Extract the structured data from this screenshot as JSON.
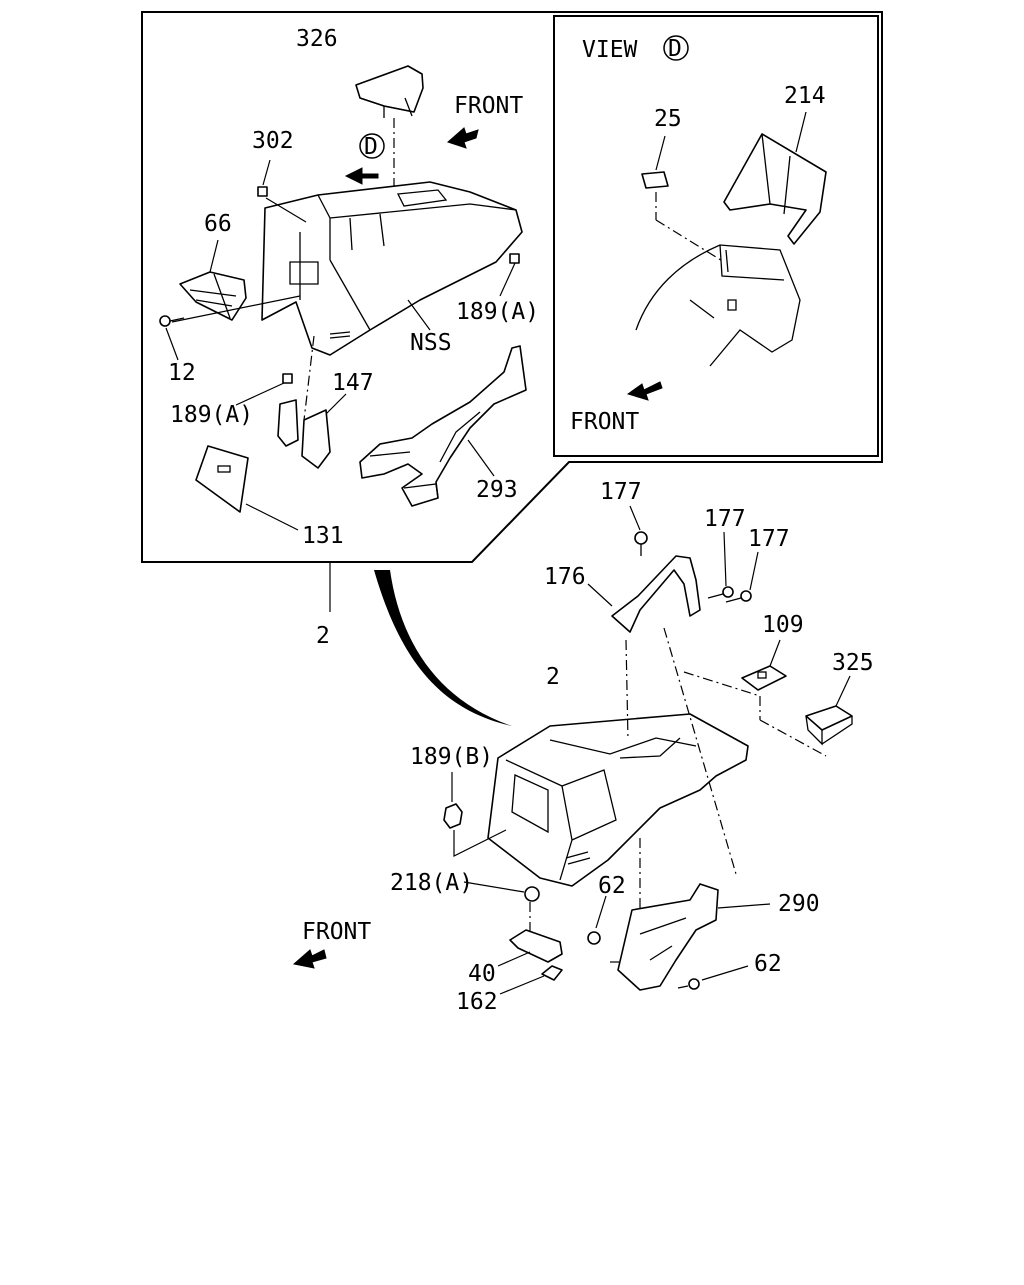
{
  "view_label": "VIEW",
  "view_marker": "D",
  "front_labels": {
    "top": "FRONT",
    "inset": "FRONT",
    "bottom": "FRONT"
  },
  "callouts": {
    "c326": "326",
    "c302": "302",
    "c66": "66",
    "c12": "12",
    "c189a_upper": "189(A)",
    "c189a_lower": "189(A)",
    "c147": "147",
    "c131": "131",
    "c293": "293",
    "nss": "NSS",
    "c25": "25",
    "c214": "214",
    "c2_left": "2",
    "c2_main": "2",
    "c177_a": "177",
    "c177_b": "177",
    "c177_c": "177",
    "c176": "176",
    "c109": "109",
    "c325": "325",
    "c189b": "189(B)",
    "c218a": "218(A)",
    "c62_a": "62",
    "c62_b": "62",
    "c290": "290",
    "c40": "40",
    "c162": "162"
  },
  "icons": [
    "front-arrow-icon",
    "view-marker-icon"
  ]
}
